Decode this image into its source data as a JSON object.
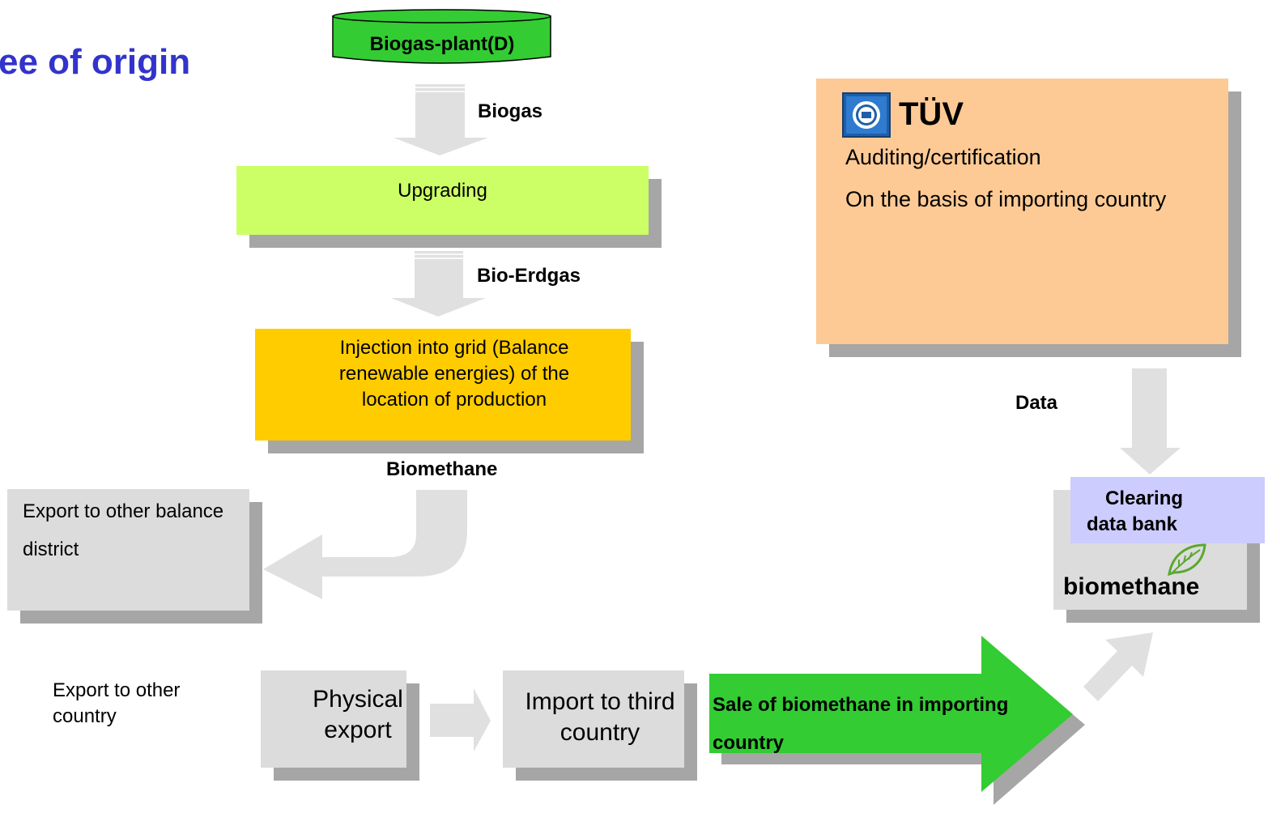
{
  "header": {
    "title": "ee of origin",
    "title_color": "#3333cc"
  },
  "nodes": {
    "biogas_plant": "Biogas-plant(D)",
    "upgrading": "Upgrading",
    "injection": "Injection into grid (Balance renewable energies) of the location of production",
    "export_balance_line1": "Export to other balance",
    "export_balance_line2": "district",
    "export_country_line1": "Export to other",
    "export_country_line2": "country",
    "physical_export_line1": "Physical",
    "physical_export_line2": "export",
    "import_third_line1": "Import to third",
    "import_third_line2": "country",
    "sale_line1": "Sale of biomethane in importing",
    "sale_line2": "country",
    "tuv_name": "TÜV",
    "tuv_line1": "Auditing/certification",
    "tuv_line2": "On the basis of importing country",
    "clearing_line1": "Clearing",
    "clearing_line2": "data bank",
    "biomethane_logo_text": "biomethane"
  },
  "labels": {
    "biogas": "Biogas",
    "bio_erdgas": "Bio-Erdgas",
    "biomethane": "Biomethane",
    "data": "Data"
  },
  "colors": {
    "green_cylinder": "#33cc33",
    "lime_box": "#ccff66",
    "yellow_box": "#ffcc00",
    "grey_box": "#dcdcdc",
    "peach_box": "#fdca95",
    "lavender_box": "#ccccff",
    "green_arrow": "#33cc33",
    "arrow_grey": "#e0e0e0",
    "shadow": "#a6a6a6"
  },
  "icons": [
    "tuv-logo-icon",
    "leaf-icon"
  ]
}
